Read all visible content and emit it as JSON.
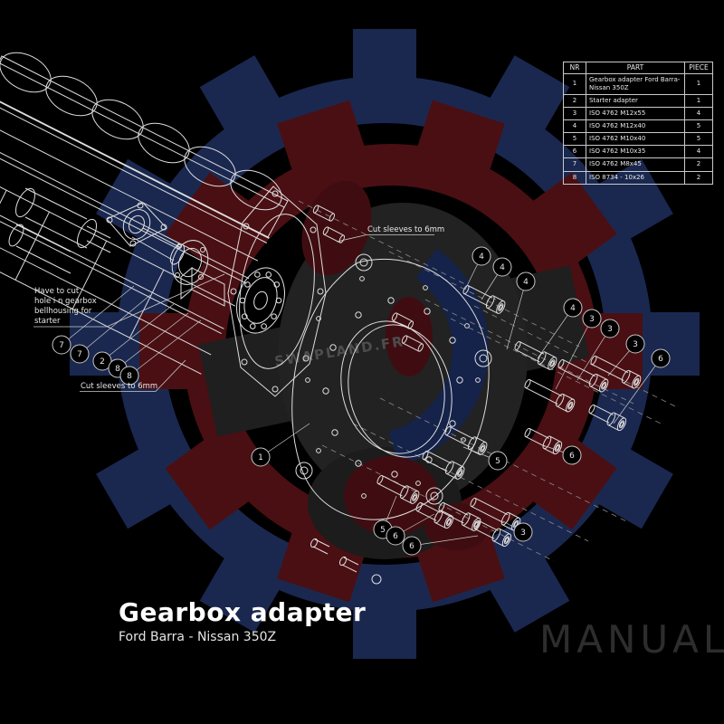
{
  "page": {
    "background": "#000000"
  },
  "title_block": {
    "title": "Gearbox adapter",
    "subtitle": "Ford Barra - Nissan 350Z"
  },
  "manual_label": "MANUAL",
  "watermark": {
    "text": "SWAPLAND.FR",
    "red": "#4a0f13",
    "blue": "#1a2850",
    "gray": "#212121"
  },
  "parts_table": {
    "headers": [
      "NR",
      "PART",
      "PIECE"
    ],
    "rows": [
      {
        "nr": "1",
        "part": "Gearbox adapter Ford Barra-Nissan 350Z",
        "piece": "1"
      },
      {
        "nr": "2",
        "part": "Starter adapter",
        "piece": "1"
      },
      {
        "nr": "3",
        "part": "ISO 4762 M12x55",
        "piece": "4"
      },
      {
        "nr": "4",
        "part": "ISO 4762 M12x40",
        "piece": "5"
      },
      {
        "nr": "5",
        "part": "ISO 4762 M10x40",
        "piece": "5"
      },
      {
        "nr": "6",
        "part": "ISO 4762 M10x35",
        "piece": "4"
      },
      {
        "nr": "7",
        "part": "ISO 4762 M8x45",
        "piece": "2"
      },
      {
        "nr": "8",
        "part": "ISO 8734 - 10x26",
        "piece": "2"
      }
    ]
  },
  "annotations": {
    "bellhousing_note": {
      "lines": [
        "Have to cut",
        "hole i n gearbox",
        "bellhousing for",
        "starter"
      ]
    },
    "cut_sleeves_top": "Cut sleeves to 6mm",
    "cut_sleeves_bottom": "Cut sleeves to 6mm"
  },
  "callouts": {
    "labels": [
      "7",
      "7",
      "2",
      "8",
      "8",
      "1",
      "4",
      "4",
      "4",
      "4",
      "3",
      "3",
      "3",
      "6",
      "5",
      "6",
      "5",
      "6",
      "3",
      "6"
    ]
  }
}
